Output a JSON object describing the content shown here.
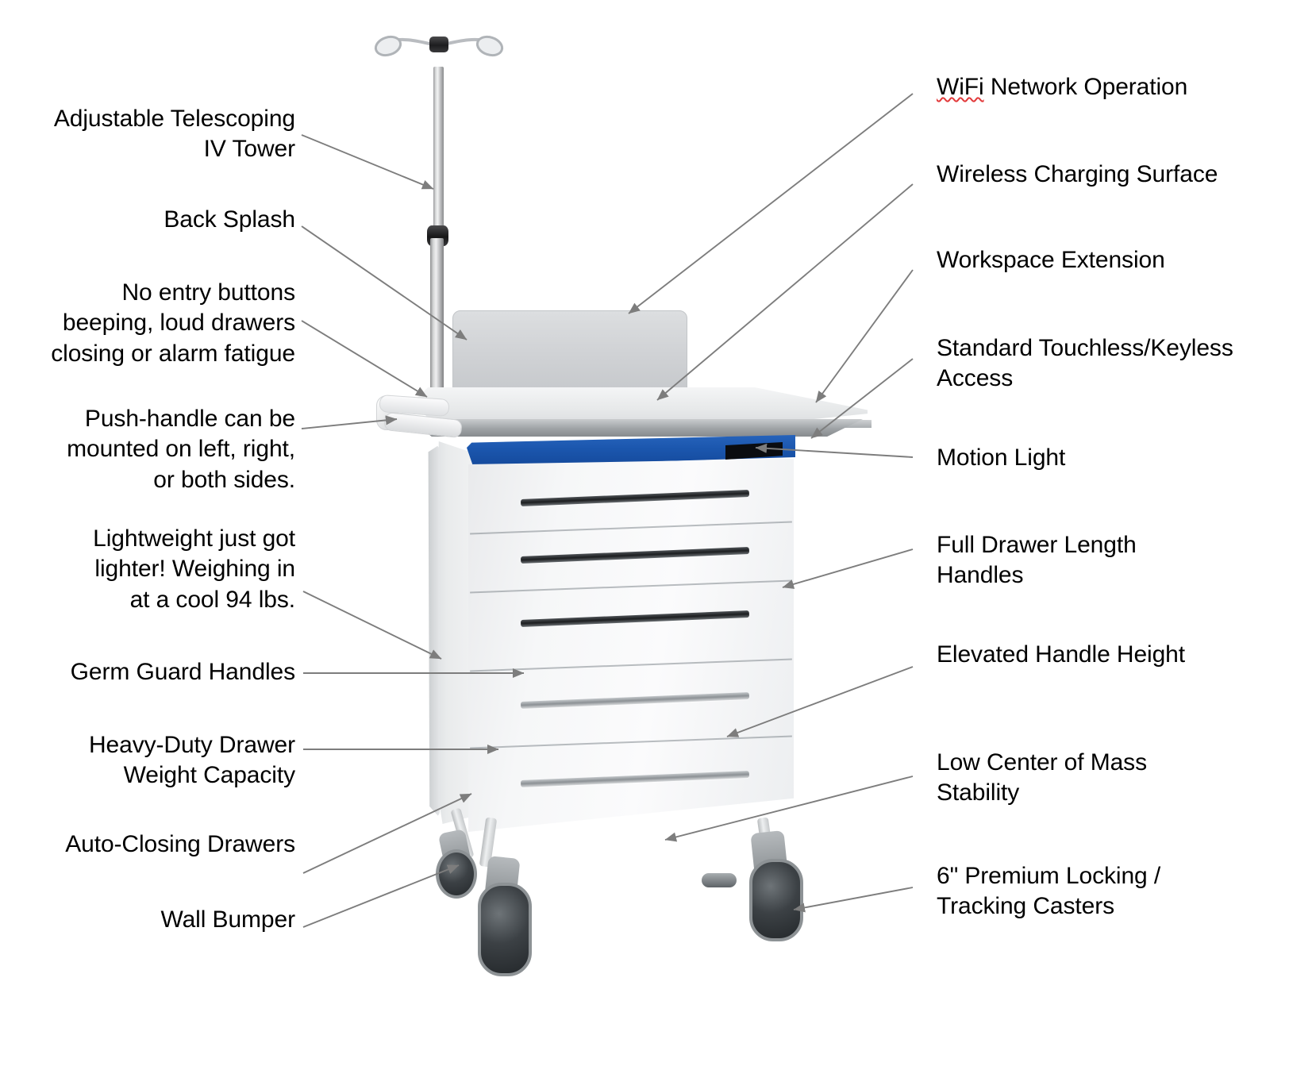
{
  "diagram": {
    "title": "Medical Supply Cart Feature Callouts",
    "subject": "mobile medical supply cart with five drawers, IV tower, worktop and casters",
    "background_color": "#ffffff",
    "text_color": "#000000",
    "leader_line_color": "#7d7d7d",
    "accent_blue": "#1b56ad",
    "panel_black": "#0a0c10"
  },
  "callouts_left": [
    {
      "id": "adjustable-telescoping-iv-tower",
      "label": "Adjustable Telescoping\nIV Tower"
    },
    {
      "id": "back-splash",
      "label": "Back Splash"
    },
    {
      "id": "no-entry-buttons",
      "label": "No entry buttons\nbeeping, loud drawers\nclosing or alarm fatigue"
    },
    {
      "id": "push-handle",
      "label": "Push-handle can be\nmounted on left, right,\nor both sides."
    },
    {
      "id": "lightweight",
      "label": "Lightweight just got\nlighter! Weighing in\nat a cool 94 lbs."
    },
    {
      "id": "germ-guard-handles",
      "label": "Germ Guard Handles"
    },
    {
      "id": "heavy-duty-drawer-weight-capacity",
      "label": "Heavy-Duty Drawer\nWeight Capacity"
    },
    {
      "id": "auto-closing-drawers",
      "label": "Auto-Closing Drawers"
    },
    {
      "id": "wall-bumper",
      "label": "Wall Bumper"
    }
  ],
  "callouts_right": [
    {
      "id": "wifi-network-operation",
      "label_misspelled": "WiFi",
      "label_rest": " Network Operation"
    },
    {
      "id": "wireless-charging-surface",
      "label": "Wireless Charging Surface"
    },
    {
      "id": "workspace-extension",
      "label": "Workspace Extension"
    },
    {
      "id": "standard-touchless-keyless-access",
      "label": "Standard Touchless/Keyless\nAccess"
    },
    {
      "id": "motion-light",
      "label": "Motion Light"
    },
    {
      "id": "full-drawer-length-handles",
      "label": "Full Drawer Length\nHandles"
    },
    {
      "id": "elevated-handle-height",
      "label": "Elevated Handle Height"
    },
    {
      "id": "low-center-of-mass-stability",
      "label": "Low Center of Mass\nStability"
    },
    {
      "id": "premium-locking-tracking-casters",
      "label": "6\" Premium Locking /\nTracking Casters"
    }
  ],
  "cart_parts": [
    {
      "id": "iv-hook-left",
      "name": "iv-hook-left"
    },
    {
      "id": "iv-hook-right",
      "name": "iv-hook-right"
    },
    {
      "id": "iv-pole",
      "name": "telescoping-iv-pole"
    },
    {
      "id": "backsplash",
      "name": "back-splash-panel"
    },
    {
      "id": "worktop",
      "name": "work-surface"
    },
    {
      "id": "worktop-extension",
      "name": "workspace-extension-shelf"
    },
    {
      "id": "push-handle",
      "name": "push-handle"
    },
    {
      "id": "blue-band",
      "name": "blue-accent-band"
    },
    {
      "id": "motion-light-panel",
      "name": "motion-light-panel"
    },
    {
      "id": "drawer-1",
      "name": "drawer"
    },
    {
      "id": "drawer-2",
      "name": "drawer"
    },
    {
      "id": "drawer-3",
      "name": "drawer"
    },
    {
      "id": "drawer-4",
      "name": "drawer"
    },
    {
      "id": "drawer-5",
      "name": "drawer"
    },
    {
      "id": "wall-bumper",
      "name": "wall-bumper-strip"
    },
    {
      "id": "caster-front-left",
      "name": "locking-caster"
    },
    {
      "id": "caster-front-right",
      "name": "locking-caster"
    },
    {
      "id": "caster-rear-left",
      "name": "locking-caster"
    },
    {
      "id": "center-foot",
      "name": "center-foot"
    }
  ]
}
